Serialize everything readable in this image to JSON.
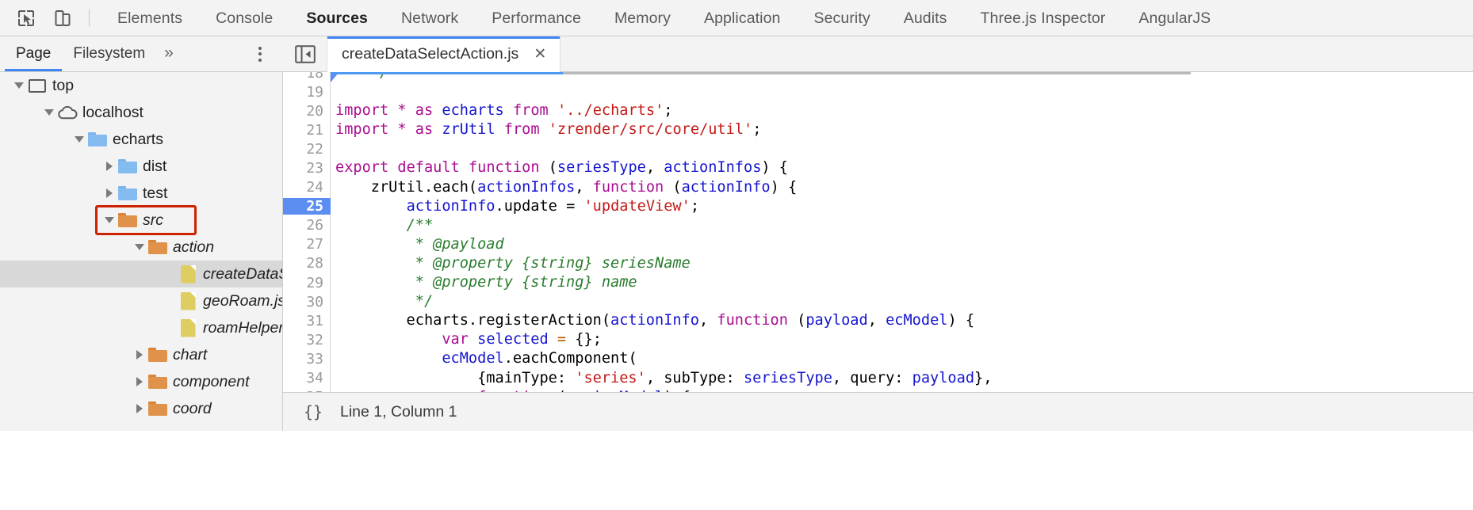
{
  "toolbar": {
    "inspect_icon": "inspect-cursor-icon",
    "device_icon": "device-toolbar-icon",
    "tabs": [
      {
        "label": "Elements",
        "active": false
      },
      {
        "label": "Console",
        "active": false
      },
      {
        "label": "Sources",
        "active": true
      },
      {
        "label": "Network",
        "active": false
      },
      {
        "label": "Performance",
        "active": false
      },
      {
        "label": "Memory",
        "active": false
      },
      {
        "label": "Application",
        "active": false
      },
      {
        "label": "Security",
        "active": false
      },
      {
        "label": "Audits",
        "active": false
      },
      {
        "label": "Three.js Inspector",
        "active": false
      },
      {
        "label": "AngularJS",
        "active": false
      }
    ]
  },
  "navigator_header": {
    "tabs": [
      {
        "label": "Page",
        "active": true
      },
      {
        "label": "Filesystem",
        "active": false
      }
    ],
    "more_label": "»",
    "menu_icon": "kebab-menu-icon"
  },
  "editor_header": {
    "navigator_toggle_icon": "show-navigator-icon",
    "tab_label": "createDataSelectAction.js",
    "tab_close_label": "✕"
  },
  "navigator_tree": [
    {
      "label": "top",
      "indent": 0,
      "twisty": "down",
      "icon": "frame",
      "italic": false,
      "selected": false
    },
    {
      "label": "localhost",
      "indent": 1,
      "twisty": "down",
      "icon": "cloud",
      "italic": false,
      "selected": false
    },
    {
      "label": "echarts",
      "indent": 2,
      "twisty": "down",
      "icon": "folder-blue",
      "italic": false,
      "selected": false
    },
    {
      "label": "dist",
      "indent": 3,
      "twisty": "right",
      "icon": "folder-blue",
      "italic": false,
      "selected": false
    },
    {
      "label": "test",
      "indent": 3,
      "twisty": "right",
      "icon": "folder-blue",
      "italic": false,
      "selected": false
    },
    {
      "label": "src",
      "indent": 3,
      "twisty": "down",
      "icon": "folder-orange",
      "italic": true,
      "selected": false
    },
    {
      "label": "action",
      "indent": 4,
      "twisty": "down",
      "icon": "folder-orange",
      "italic": true,
      "selected": false
    },
    {
      "label": "createDataSelectAction.js",
      "indent": 5,
      "twisty": "none",
      "icon": "js-file",
      "italic": true,
      "selected": true
    },
    {
      "label": "geoRoam.js",
      "indent": 5,
      "twisty": "none",
      "icon": "js-file",
      "italic": true,
      "selected": false
    },
    {
      "label": "roamHelper.js",
      "indent": 5,
      "twisty": "none",
      "icon": "js-file",
      "italic": true,
      "selected": false
    },
    {
      "label": "chart",
      "indent": 4,
      "twisty": "right",
      "icon": "folder-orange",
      "italic": true,
      "selected": false
    },
    {
      "label": "component",
      "indent": 4,
      "twisty": "right",
      "icon": "folder-orange",
      "italic": true,
      "selected": false
    },
    {
      "label": "coord",
      "indent": 4,
      "twisty": "right",
      "icon": "folder-orange",
      "italic": true,
      "selected": false
    }
  ],
  "annotation": {
    "highlight_target": "src",
    "color": "#cc2200"
  },
  "code": {
    "first_visible_line": 18,
    "breakpoint_line": 25,
    "lines": [
      {
        "n": 18,
        "tokens": [
          {
            "t": "    ",
            "c": "n"
          },
          {
            "t": "*/",
            "c": "c"
          }
        ]
      },
      {
        "n": 19,
        "tokens": []
      },
      {
        "n": 20,
        "tokens": [
          {
            "t": "import",
            "c": "k"
          },
          {
            "t": " ",
            "c": "n"
          },
          {
            "t": "*",
            "c": "k"
          },
          {
            "t": " ",
            "c": "n"
          },
          {
            "t": "as",
            "c": "k"
          },
          {
            "t": " ",
            "c": "n"
          },
          {
            "t": "echarts",
            "c": "id"
          },
          {
            "t": " ",
            "c": "n"
          },
          {
            "t": "from",
            "c": "k"
          },
          {
            "t": " ",
            "c": "n"
          },
          {
            "t": "'../echarts'",
            "c": "s"
          },
          {
            "t": ";",
            "c": "n"
          }
        ]
      },
      {
        "n": 21,
        "tokens": [
          {
            "t": "import",
            "c": "k"
          },
          {
            "t": " ",
            "c": "n"
          },
          {
            "t": "*",
            "c": "k"
          },
          {
            "t": " ",
            "c": "n"
          },
          {
            "t": "as",
            "c": "k"
          },
          {
            "t": " ",
            "c": "n"
          },
          {
            "t": "zrUtil",
            "c": "id"
          },
          {
            "t": " ",
            "c": "n"
          },
          {
            "t": "from",
            "c": "k"
          },
          {
            "t": " ",
            "c": "n"
          },
          {
            "t": "'zrender/src/core/util'",
            "c": "s"
          },
          {
            "t": ";",
            "c": "n"
          }
        ]
      },
      {
        "n": 22,
        "tokens": []
      },
      {
        "n": 23,
        "tokens": [
          {
            "t": "export",
            "c": "k"
          },
          {
            "t": " ",
            "c": "n"
          },
          {
            "t": "default",
            "c": "k"
          },
          {
            "t": " ",
            "c": "n"
          },
          {
            "t": "function",
            "c": "k"
          },
          {
            "t": " (",
            "c": "n"
          },
          {
            "t": "seriesType",
            "c": "id"
          },
          {
            "t": ", ",
            "c": "n"
          },
          {
            "t": "actionInfos",
            "c": "id"
          },
          {
            "t": ") {",
            "c": "n"
          }
        ]
      },
      {
        "n": 24,
        "tokens": [
          {
            "t": "    zrUtil.each(",
            "c": "n"
          },
          {
            "t": "actionInfos",
            "c": "id"
          },
          {
            "t": ", ",
            "c": "n"
          },
          {
            "t": "function",
            "c": "k"
          },
          {
            "t": " (",
            "c": "n"
          },
          {
            "t": "actionInfo",
            "c": "id"
          },
          {
            "t": ") {",
            "c": "n"
          }
        ]
      },
      {
        "n": 25,
        "tokens": [
          {
            "t": "        ",
            "c": "n"
          },
          {
            "t": "actionInfo",
            "c": "id"
          },
          {
            "t": ".update ",
            "c": "n"
          },
          {
            "t": "=",
            "c": "n"
          },
          {
            "t": " ",
            "c": "n"
          },
          {
            "t": "'updateView'",
            "c": "s"
          },
          {
            "t": ";",
            "c": "n"
          }
        ]
      },
      {
        "n": 26,
        "tokens": [
          {
            "t": "        ",
            "c": "n"
          },
          {
            "t": "/**",
            "c": "c"
          }
        ]
      },
      {
        "n": 27,
        "tokens": [
          {
            "t": "         ",
            "c": "n"
          },
          {
            "t": "* @payload",
            "c": "c"
          }
        ]
      },
      {
        "n": 28,
        "tokens": [
          {
            "t": "         ",
            "c": "n"
          },
          {
            "t": "* @property {string} seriesName",
            "c": "c"
          }
        ]
      },
      {
        "n": 29,
        "tokens": [
          {
            "t": "         ",
            "c": "n"
          },
          {
            "t": "* @property {string} name",
            "c": "c"
          }
        ]
      },
      {
        "n": 30,
        "tokens": [
          {
            "t": "         ",
            "c": "n"
          },
          {
            "t": "*/",
            "c": "c"
          }
        ]
      },
      {
        "n": 31,
        "tokens": [
          {
            "t": "        echarts.registerAction(",
            "c": "n"
          },
          {
            "t": "actionInfo",
            "c": "id"
          },
          {
            "t": ", ",
            "c": "n"
          },
          {
            "t": "function",
            "c": "k"
          },
          {
            "t": " (",
            "c": "n"
          },
          {
            "t": "payload",
            "c": "id"
          },
          {
            "t": ", ",
            "c": "n"
          },
          {
            "t": "ecModel",
            "c": "id"
          },
          {
            "t": ") {",
            "c": "n"
          }
        ]
      },
      {
        "n": 32,
        "tokens": [
          {
            "t": "            ",
            "c": "n"
          },
          {
            "t": "var",
            "c": "k"
          },
          {
            "t": " ",
            "c": "n"
          },
          {
            "t": "selected",
            "c": "id"
          },
          {
            "t": " ",
            "c": "n"
          },
          {
            "t": "=",
            "c": "op"
          },
          {
            "t": " {};",
            "c": "n"
          }
        ]
      },
      {
        "n": 33,
        "tokens": [
          {
            "t": "            ",
            "c": "n"
          },
          {
            "t": "ecModel",
            "c": "id"
          },
          {
            "t": ".eachComponent(",
            "c": "n"
          }
        ]
      },
      {
        "n": 34,
        "tokens": [
          {
            "t": "                {mainType: ",
            "c": "n"
          },
          {
            "t": "'series'",
            "c": "s"
          },
          {
            "t": ", subType: ",
            "c": "n"
          },
          {
            "t": "seriesType",
            "c": "id"
          },
          {
            "t": ", query: ",
            "c": "n"
          },
          {
            "t": "payload",
            "c": "id"
          },
          {
            "t": "},",
            "c": "n"
          }
        ]
      },
      {
        "n": 35,
        "tokens": [
          {
            "t": "                ",
            "c": "n"
          },
          {
            "t": "function",
            "c": "k"
          },
          {
            "t": " (",
            "c": "n"
          },
          {
            "t": "seriesModel",
            "c": "id"
          },
          {
            "t": ") {",
            "c": "n"
          }
        ]
      }
    ]
  },
  "statusbar": {
    "pretty_print_label": "{}",
    "cursor_position": "Line 1, Column 1"
  },
  "colors": {
    "accent_blue": "#4285f4",
    "keyword": "#aa0d91",
    "identifier": "#1515cf",
    "string": "#c41a16",
    "comment": "#2a7d2e",
    "line_number": "#999999",
    "breakpoint": "#5c8ef2",
    "chrome_bg": "#f3f3f3",
    "annotation_red": "#cc2200"
  }
}
